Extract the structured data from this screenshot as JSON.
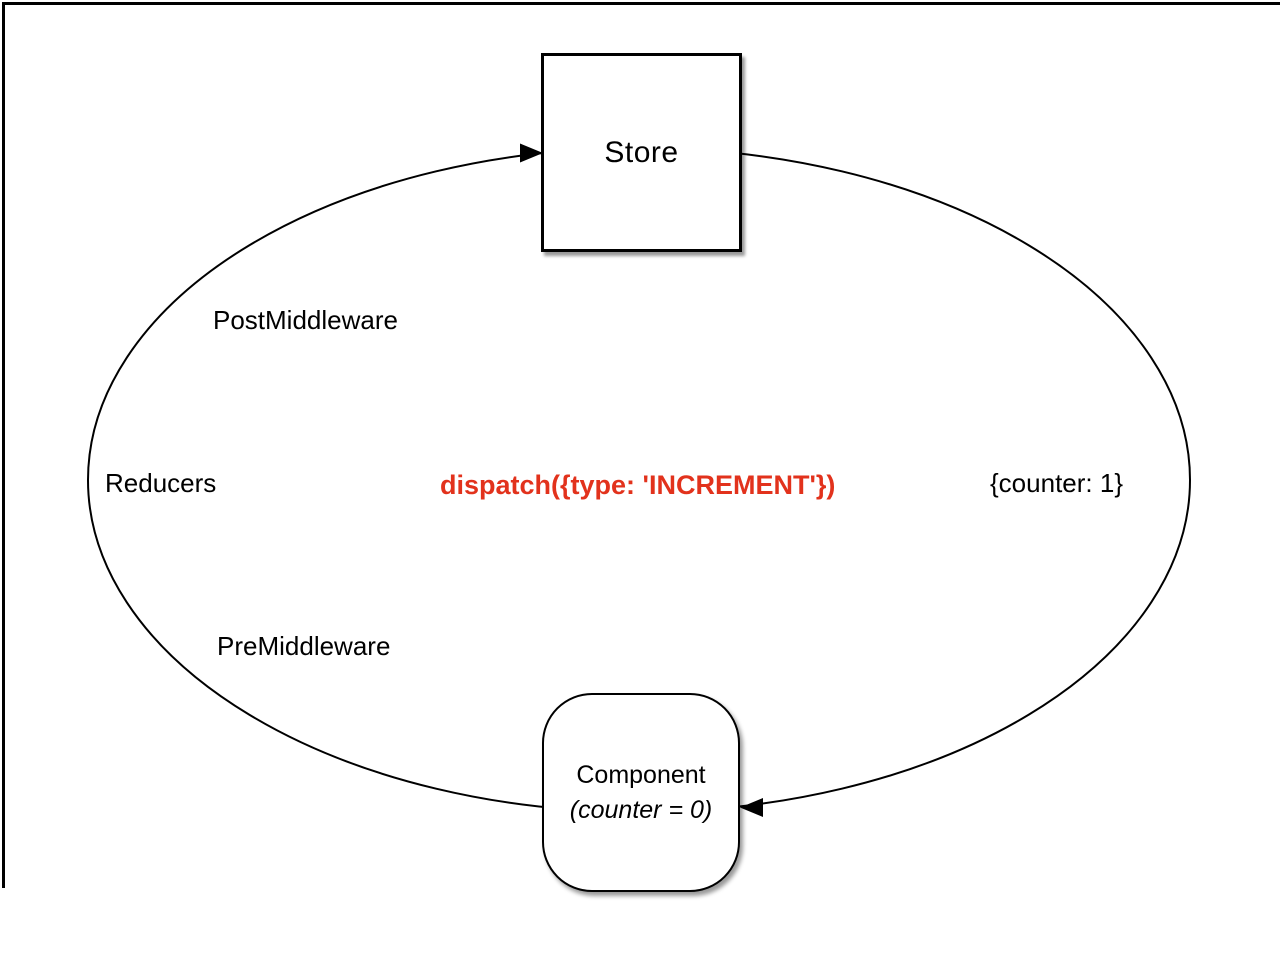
{
  "nodes": {
    "store": {
      "label": "Store"
    },
    "component": {
      "label": "Component",
      "state": "(counter = 0)"
    }
  },
  "labels": {
    "post_middleware": "PostMiddleware",
    "reducers": "Reducers",
    "pre_middleware": "PreMiddleware",
    "counter_state": "{counter: 1}",
    "dispatch_call": "dispatch({type: 'INCREMENT'})"
  },
  "colors": {
    "dispatch_text": "#e2321c",
    "diagram_stroke": "#000000",
    "background": "#ffffff"
  }
}
